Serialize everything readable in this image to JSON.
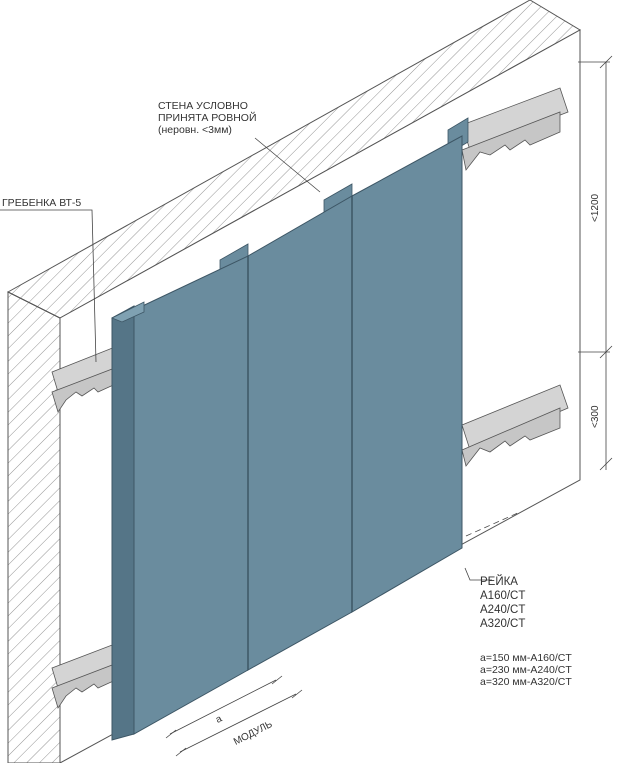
{
  "labels": {
    "wall": [
      "СТЕНА УСЛОВНО",
      "ПРИНЯТА РОВНОЙ",
      "(неровн. <3мм)"
    ],
    "comb": "ГРЕБЕНКА ВТ-5",
    "rail_title": "РЕЙКА",
    "rail_types": [
      "A160/CT",
      "A240/CT",
      "A320/CT"
    ],
    "sizes": [
      "a=150 мм-A160/CT",
      "a=230 мм-A240/CT",
      "a=320 мм-A320/CT"
    ],
    "dim_1200": "<1200",
    "dim_300": "<300",
    "dim_a": "a",
    "dim_module": "МОДУЛЬ"
  },
  "colors": {
    "panel": "#6a8c9e",
    "panel_edge": "#4a6677",
    "panel_dark": "#557587",
    "wall_face": "#ffffff",
    "hatch": "#777777",
    "comb": "#cfcfcf",
    "line": "#444444"
  }
}
